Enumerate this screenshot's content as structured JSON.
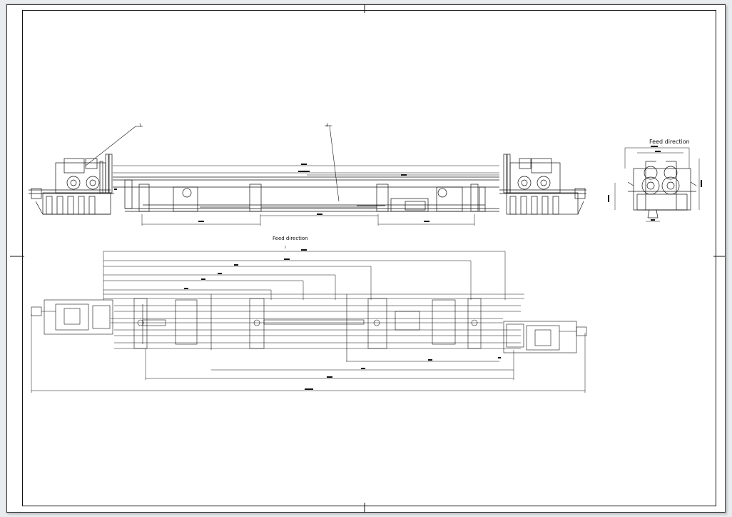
{
  "drawing": {
    "part_callouts": [
      "1",
      "2"
    ],
    "feed_direction_side": "Feed direction",
    "feed_direction_plan": "Feed direction"
  },
  "colors": {
    "line": "#111111",
    "paper": "#ffffff",
    "background": "#e9ecef",
    "center_line": "#888888"
  }
}
